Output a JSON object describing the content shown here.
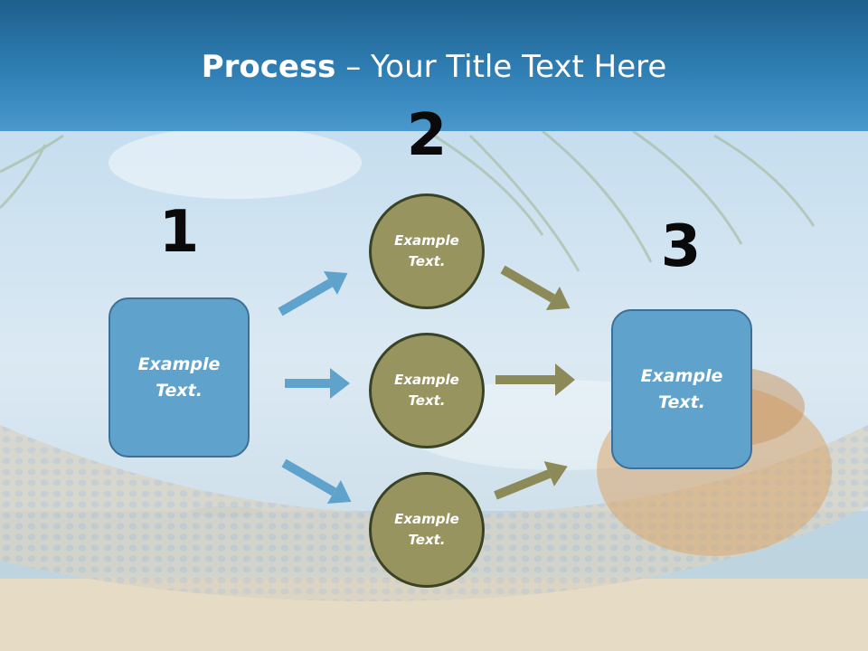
{
  "title": {
    "bold": "Process",
    "rest": " – Your Title Text Here"
  },
  "steps": {
    "n1": "1",
    "n2": "2",
    "n3": "3"
  },
  "left_box": {
    "text": "Example Text."
  },
  "right_box": {
    "text": "Example Text."
  },
  "circles": [
    {
      "text": "Example Text."
    },
    {
      "text": "Example Text."
    },
    {
      "text": "Example Text."
    }
  ],
  "colors": {
    "header": "#2f7fb5",
    "box_fill": "#5fa3cc",
    "circle_fill": "#979460",
    "arrow_blue": "#5fa3cc",
    "arrow_olive": "#8c8a58"
  }
}
